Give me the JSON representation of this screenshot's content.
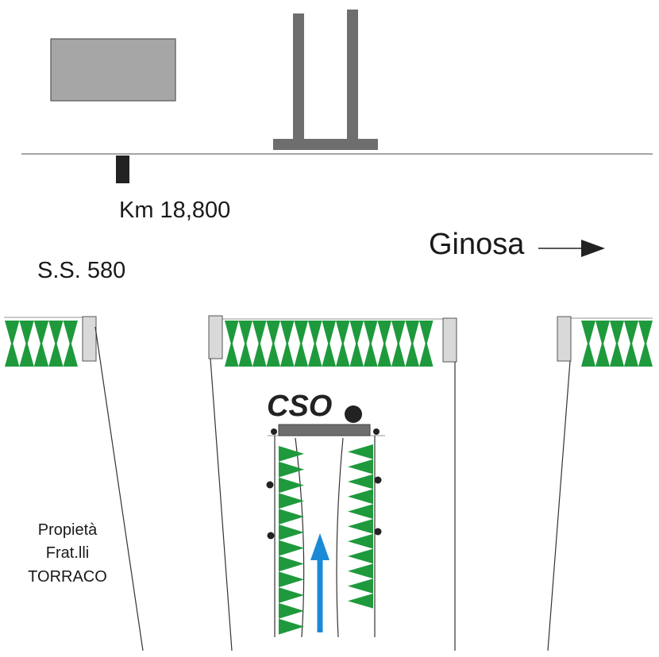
{
  "labels": {
    "km": "Km 18,800",
    "road": "S.S. 580",
    "direction": "Ginosa",
    "site": "CSO",
    "owner_line1": "Propietà",
    "owner_line2": "Frat.lli",
    "owner_line3": "TORRACO"
  },
  "colors": {
    "hedge": "#1e9a3c",
    "building": "#a6a6a6",
    "gate_post": "#d9d9d9",
    "gantry": "#6e6e6e",
    "arrow": "#1b8ad6",
    "marker": "#222222"
  },
  "icons": {
    "direction_arrow": "arrow-right-icon",
    "entrance_arrow": "arrow-up-icon"
  }
}
